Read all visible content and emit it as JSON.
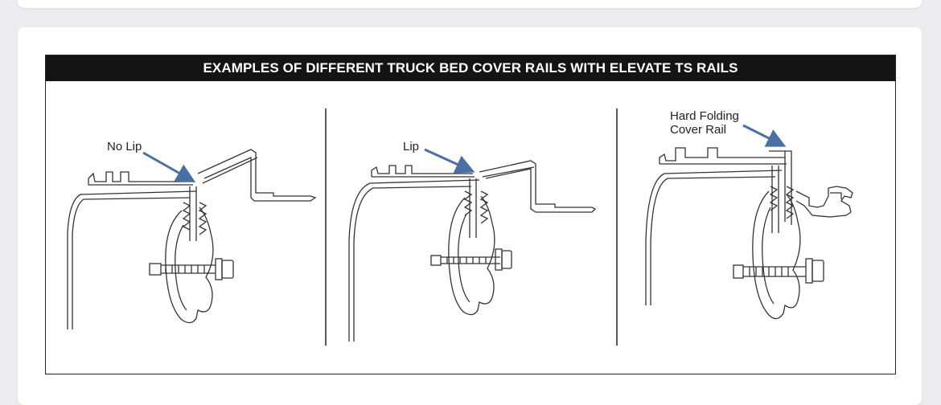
{
  "header": {
    "title": "EXAMPLES OF DIFFERENT TRUCK BED COVER RAILS WITH ELEVATE TS RAILS"
  },
  "panels": [
    {
      "label_lines": [
        "No Lip"
      ]
    },
    {
      "label_lines": [
        "Lip"
      ]
    },
    {
      "label_lines": [
        "Hard Folding",
        "Cover Rail"
      ]
    }
  ],
  "colors": {
    "header_bg": "#141414",
    "arrow": "#4a6fa5",
    "line": "#333333"
  }
}
